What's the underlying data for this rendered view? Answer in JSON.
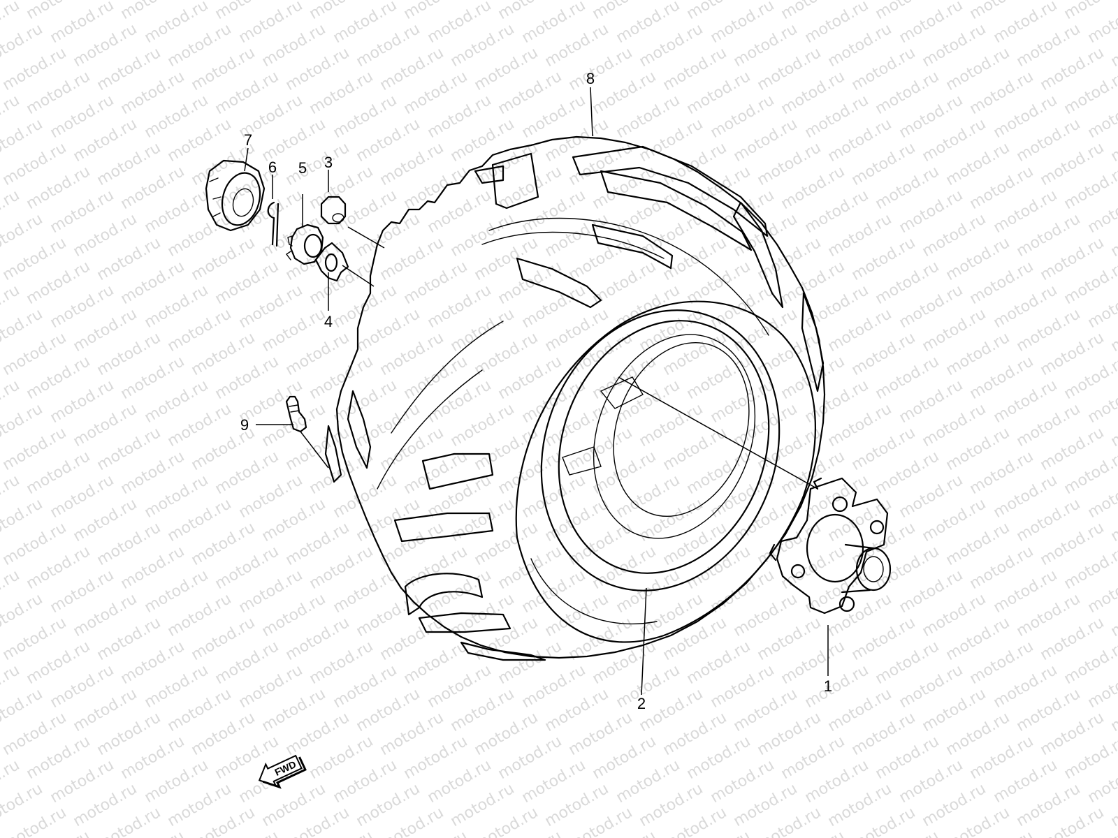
{
  "watermark": "motod.ru",
  "callouts": [
    {
      "number": "1",
      "part": "wheel-hub"
    },
    {
      "number": "2",
      "part": "wheel-rim"
    },
    {
      "number": "3",
      "part": "wheel-nut"
    },
    {
      "number": "4",
      "part": "hub-washer"
    },
    {
      "number": "5",
      "part": "castle-nut"
    },
    {
      "number": "6",
      "part": "cotter-pin"
    },
    {
      "number": "7",
      "part": "hub-cap"
    },
    {
      "number": "8",
      "part": "tire"
    },
    {
      "number": "9",
      "part": "valve-stem"
    }
  ],
  "direction_label": "FWD"
}
